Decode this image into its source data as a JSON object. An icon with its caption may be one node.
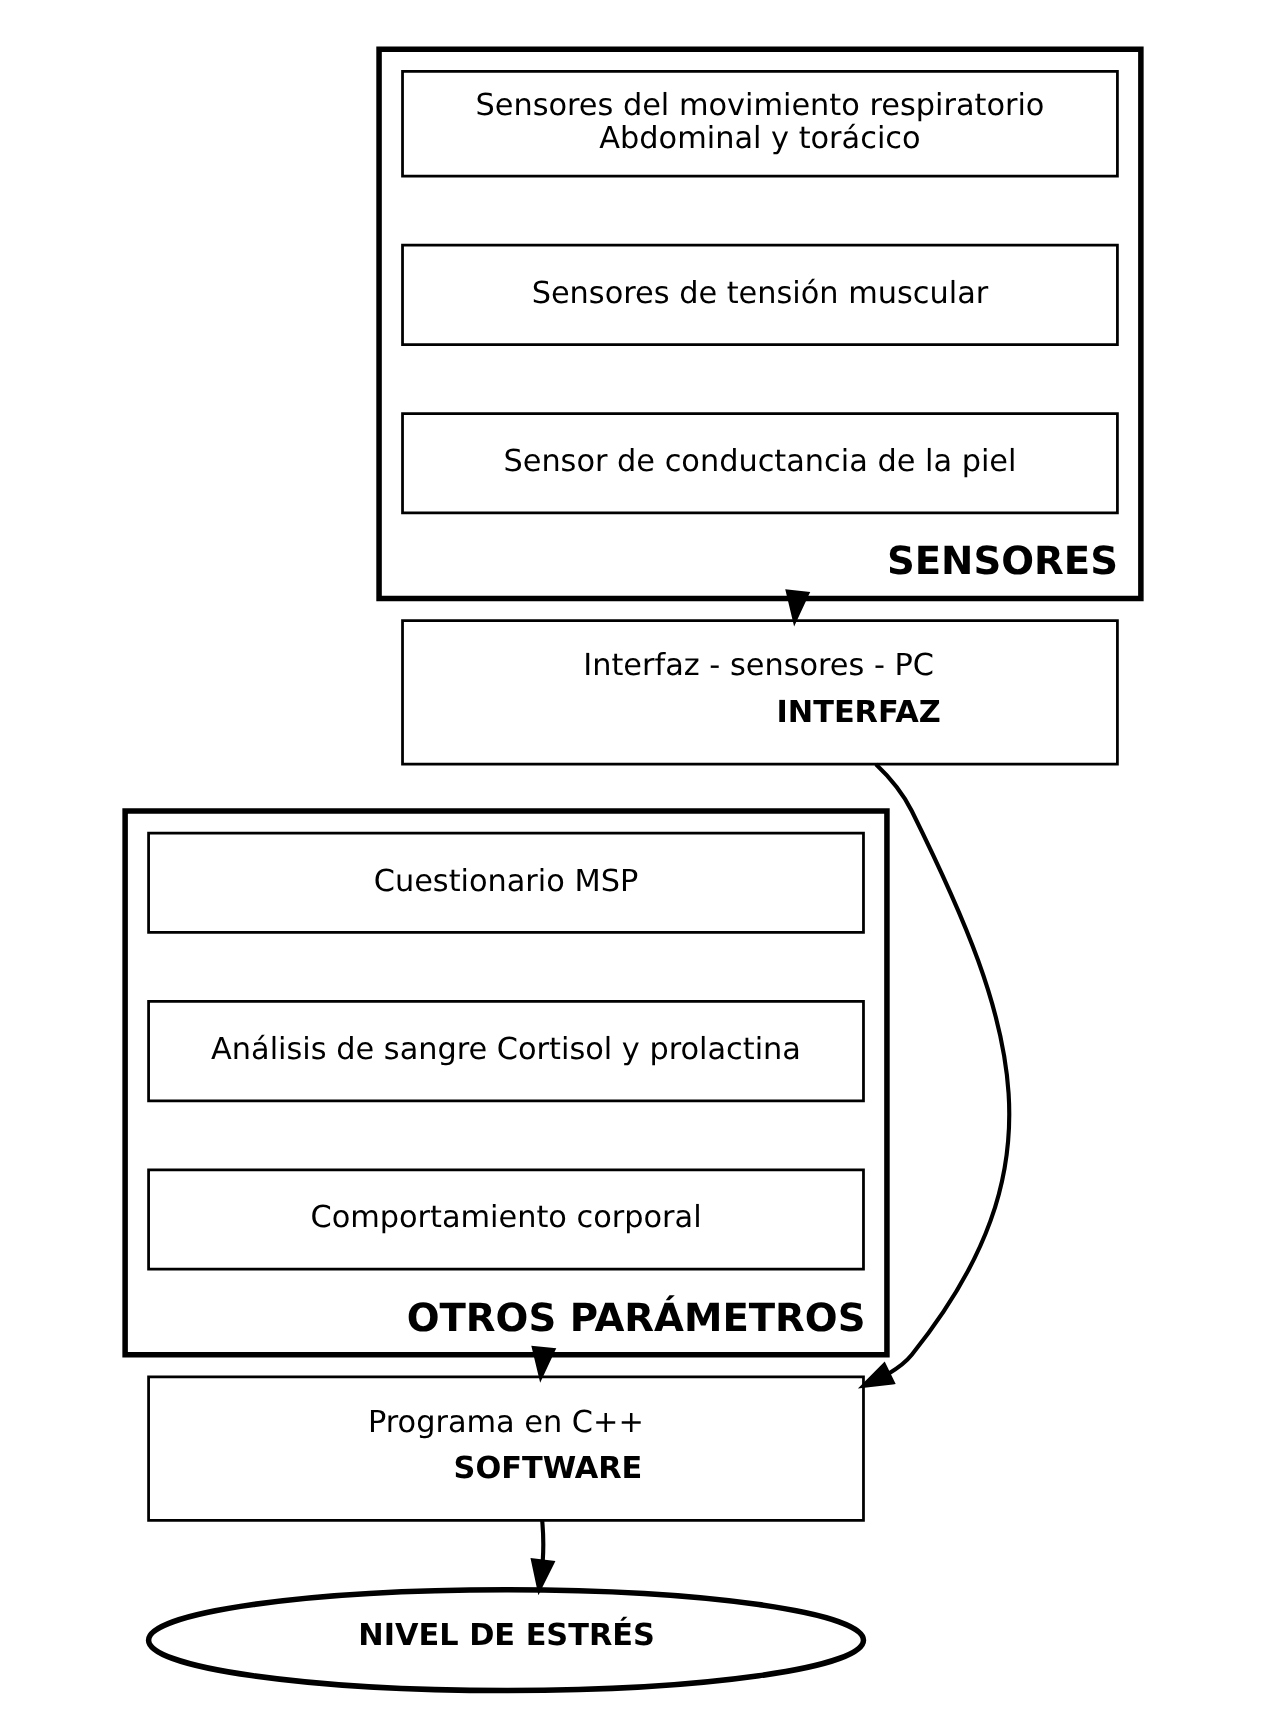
{
  "diagram": {
    "nodes": [
      {
        "text": [
          "SENSORES"
        ]
      },
      {
        "text": [
          "Sensores del movimiento respiratorio Abdominal y torácico"
        ],
        "in": 0
      },
      {
        "text": [
          "Sensores de tensión muscular"
        ],
        "in": 0
      },
      {
        "text": [
          "Sensor de conductancia de la piel"
        ],
        "in": 0
      },
      {
        "text": [
          "Interfaz - sensores - PC",
          "INTERFAZ"
        ]
      },
      {
        "text": [
          "OTROS PARÁMETROS"
        ]
      },
      {
        "text": [
          "Cuestionario MSP"
        ],
        "in": 5
      },
      {
        "text": [
          "Análisis de sangre Cortisol y prolactina"
        ],
        "in": 5
      },
      {
        "text": [
          "Comportamiento corporal"
        ],
        "in": 5
      },
      {
        "text": [
          "Programa en C++",
          "SOFTWARE"
        ]
      },
      {
        "text": [
          "NIVEL DE ESTRÉS"
        ]
      }
    ],
    "edges": [
      {
        "from": 0,
        "to": 4,
        "arrow": "to"
      },
      {
        "from": 4,
        "to": 9,
        "arrow": "to"
      },
      {
        "from": 5,
        "to": 9,
        "arrow": "to"
      },
      {
        "from": 9,
        "to": 10,
        "arrow": "to"
      }
    ]
  }
}
